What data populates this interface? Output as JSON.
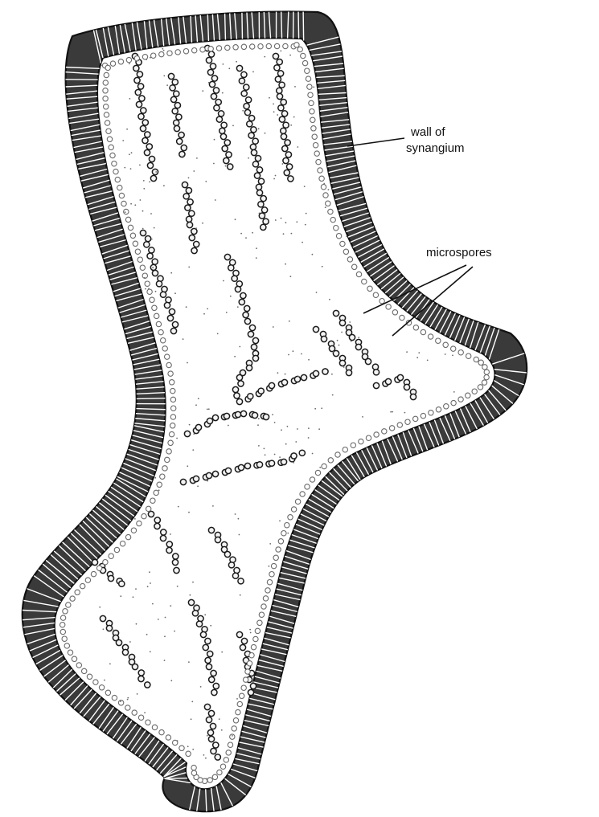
{
  "figure": {
    "labels": {
      "wall_line1": "wall of",
      "wall_line2": "synangium",
      "microspores": "microspores"
    },
    "colors": {
      "ink": "#111111",
      "wall_fill": "#3a3a3a",
      "background": "#ffffff"
    }
  }
}
